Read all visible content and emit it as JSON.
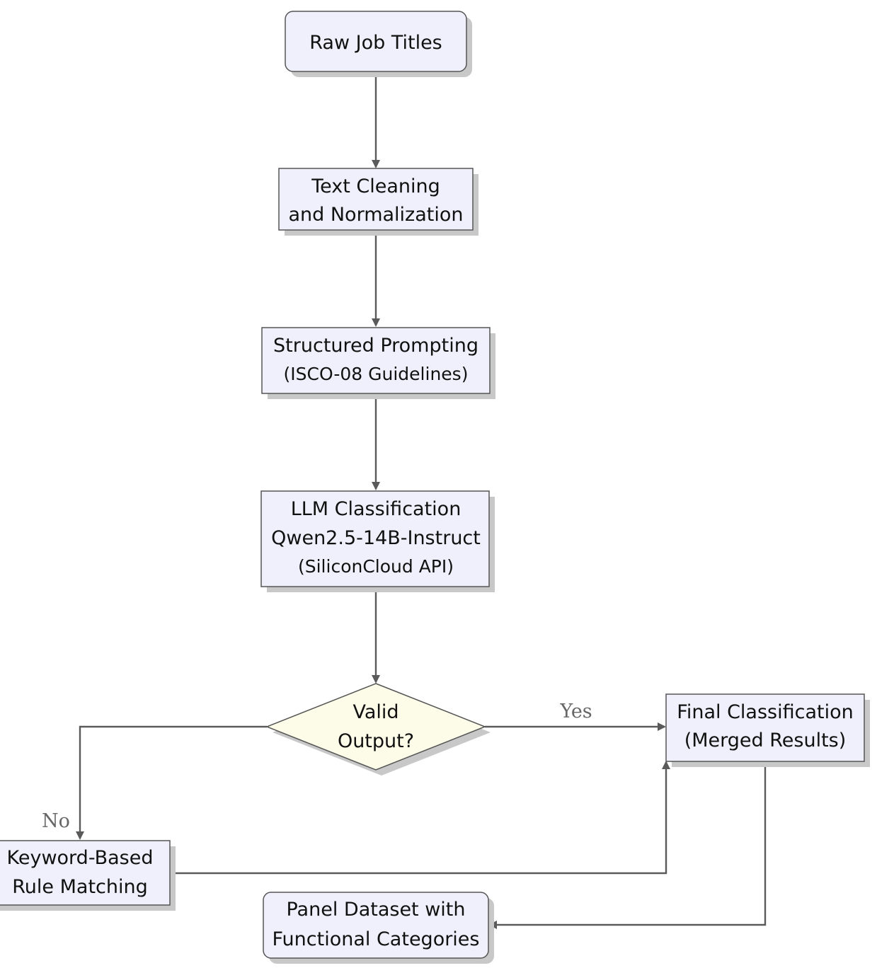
{
  "colors": {
    "process_fill": "#f0f0fc",
    "decision_fill": "#fdfce8",
    "stroke": "#555555",
    "shadow": "#c8c8c8",
    "arrow": "#5a5a5a",
    "label": "#666666"
  },
  "nodes": {
    "raw_titles": {
      "lines": [
        "Raw Job Titles"
      ]
    },
    "text_cleaning": {
      "lines": [
        "Text Cleaning",
        "and Normalization"
      ]
    },
    "structured_prompting": {
      "lines": [
        "Structured Prompting",
        "(ISCO-08 Guidelines)"
      ]
    },
    "llm_classification": {
      "lines": [
        "LLM Classification",
        "Qwen2.5-14B-Instruct",
        "(SiliconCloud API)"
      ]
    },
    "valid_output": {
      "lines": [
        "Valid",
        "Output?"
      ]
    },
    "final_classification": {
      "lines": [
        "Final Classification",
        "(Merged Results)"
      ]
    },
    "keyword_matching": {
      "lines": [
        "Keyword-Based",
        "Rule Matching"
      ]
    },
    "panel_dataset": {
      "lines": [
        "Panel Dataset with",
        "Functional Categories"
      ]
    }
  },
  "edge_labels": {
    "yes": "Yes",
    "no": "No"
  }
}
